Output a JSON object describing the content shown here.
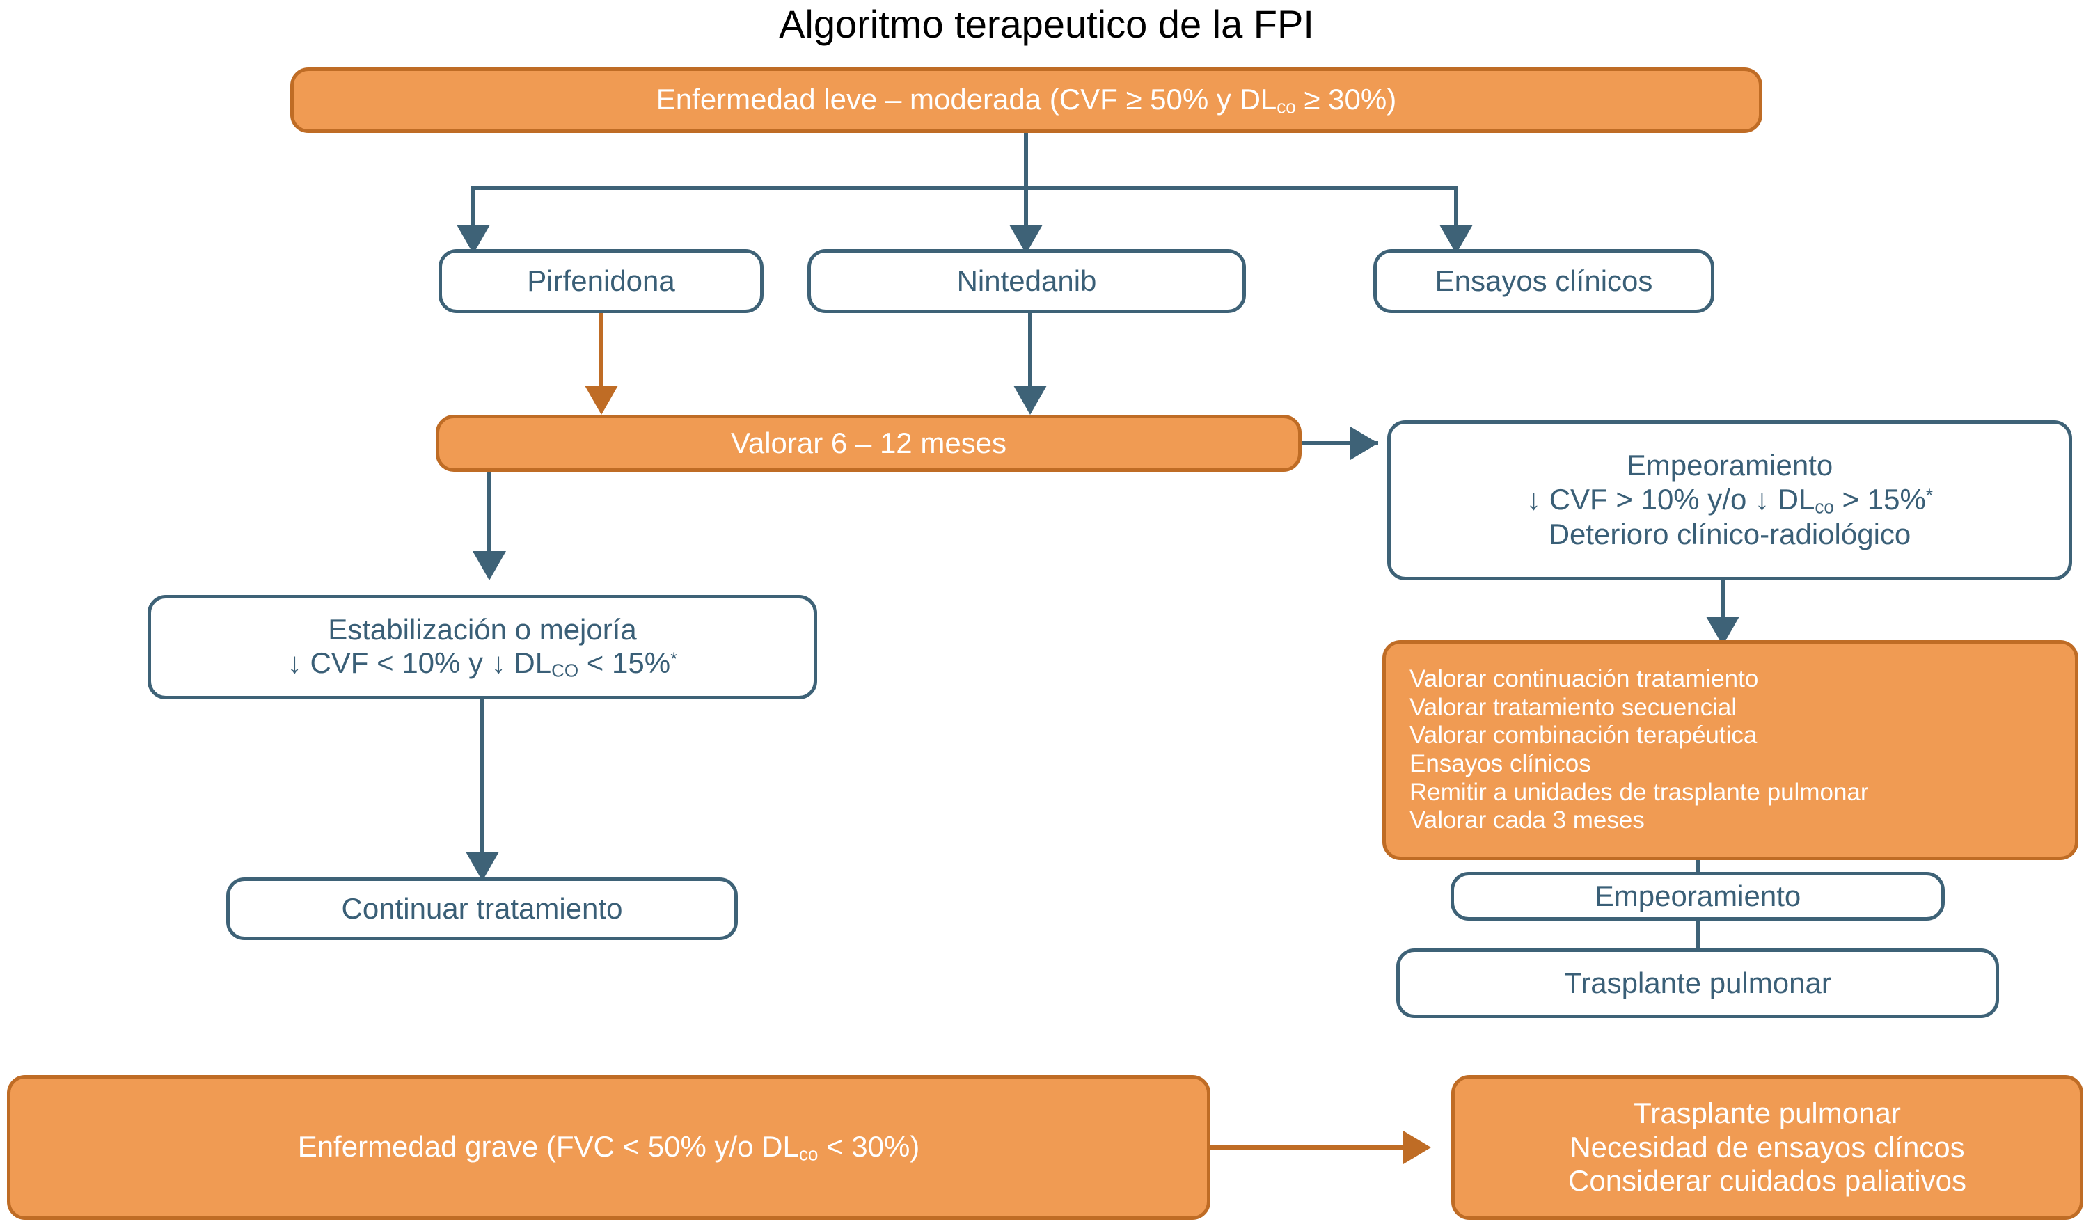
{
  "title": "Algoritmo terapeutico de la FPI",
  "colors": {
    "orange_fill": "#F09B53",
    "orange_border": "#BF6C25",
    "blue_border": "#3E6277",
    "blue_text": "#3A5F77",
    "white_text": "#FFFFFF",
    "title_text": "#000000"
  },
  "nodes": {
    "mild_moderate": {
      "label_full": "Enfermedad leve – moderada (CVF ≥ 50% y DLco ≥ 30%)",
      "part1": "Enfermedad leve – moderada (CVF ≥ 50% y DL",
      "sub": "co",
      "part2": " ≥ 30%)",
      "style": "orange"
    },
    "pirfenidona": {
      "label": "Pirfenidona",
      "style": "white"
    },
    "nintedanib": {
      "label": "Nintedanib",
      "style": "white"
    },
    "ensayos_clinicos": {
      "label": "Ensayos clínicos",
      "style": "white"
    },
    "valorar_6_12": {
      "label": "Valorar 6 – 12 meses",
      "style": "orange"
    },
    "empeoramiento_criterios": {
      "line1": "Empeoramiento",
      "line2_part1": "↓ CVF > 10% y/o ↓ DL",
      "line2_sub": "co",
      "line2_part2": " > 15%",
      "line2_sup": "*",
      "line3": "Deterioro clínico-radiológico",
      "style": "white"
    },
    "estabilizacion": {
      "line1": "Estabilización o mejoría",
      "line2_part1": "↓ CVF < 10% y ↓ DL",
      "line2_sub": "CO",
      "line2_part2": " < 15%",
      "line2_sup": "*",
      "style": "white"
    },
    "continuar_tratamiento": {
      "label": "Continuar tratamiento",
      "style": "white"
    },
    "opciones_empeoramiento": {
      "items": [
        "Valorar continuación tratamiento",
        "Valorar tratamiento secuencial",
        "Valorar combinación terapéutica",
        "Ensayos clínicos",
        "Remitir a unidades de trasplante pulmonar",
        "Valorar cada 3 meses"
      ],
      "style": "orange"
    },
    "empeoramiento_2": {
      "label": "Empeoramiento",
      "style": "white"
    },
    "trasplante_pulmonar": {
      "label": "Trasplante pulmonar",
      "style": "white"
    },
    "enfermedad_grave": {
      "label_full": "Enfermedad grave (FVC < 50% y/o DLco < 30%)",
      "part1": "Enfermedad grave (FVC < 50% y/o DL",
      "sub": "co",
      "part2": " < 30%)",
      "style": "orange"
    },
    "grave_opciones": {
      "items": [
        "Trasplante pulmonar",
        "Necesidad de ensayos clíncos",
        "Considerar cuidados paliativos"
      ],
      "style": "orange"
    }
  }
}
